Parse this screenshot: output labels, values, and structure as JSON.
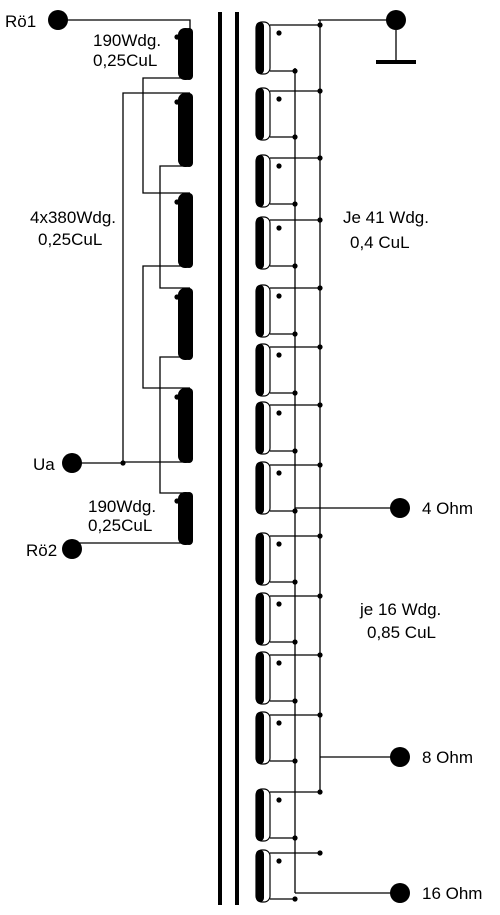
{
  "primary": {
    "terminals": [
      {
        "id": "ro1",
        "label": "Rö1"
      },
      {
        "id": "ua",
        "label": "Ua"
      },
      {
        "id": "ro2",
        "label": "Rö2"
      }
    ],
    "top_winding": {
      "line1": "190Wdg.",
      "line2": "0,25CuL"
    },
    "middle_windings": {
      "line1": "4x380Wdg.",
      "line2": "0,25CuL"
    },
    "bottom_winding": {
      "line1": "190Wdg.",
      "line2": "0,25CuL"
    }
  },
  "secondary": {
    "upper_group": {
      "line1": "Je 41 Wdg.",
      "line2": "0,4 CuL"
    },
    "lower_group": {
      "line1": "je 16 Wdg.",
      "line2": "0,85 CuL"
    },
    "outputs": [
      {
        "id": "out4",
        "label": "4 Ohm"
      },
      {
        "id": "out8",
        "label": "8 Ohm"
      },
      {
        "id": "out16",
        "label": "16 Ohm"
      }
    ]
  }
}
